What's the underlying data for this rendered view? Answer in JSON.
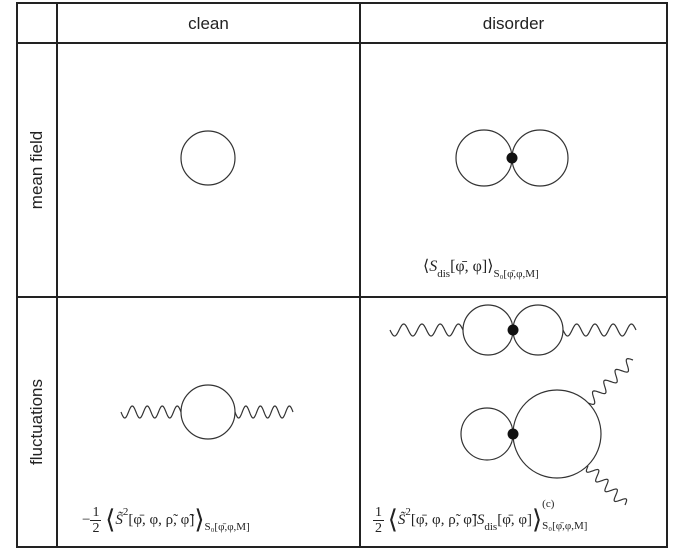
{
  "header": {
    "col_clean": "clean",
    "col_disorder": "disorder"
  },
  "rows": {
    "mean_field": "mean field",
    "fluctuations": "fluctuations"
  },
  "formulas": {
    "mean_field_disorder": {
      "open": "⟨",
      "body": "S",
      "body_sub": "dis",
      "args": "[φ̄, φ]",
      "close": "⟩",
      "sub": "S₀[φ̄,φ,M]"
    },
    "fluct_clean": {
      "sign": "−",
      "num": "1",
      "den": "2",
      "open": "⟨",
      "body": "S̃",
      "body_sup": "2",
      "args": "[φ̄, φ, ρ̃, φ̃]",
      "close": "⟩",
      "sub": "S₀[φ̄,φ,M]"
    },
    "fluct_disorder": {
      "num": "1",
      "den": "2",
      "open": "⟨",
      "body": "S̃",
      "body_sup": "2",
      "args": "[φ̄, φ, ρ̃, φ̃]",
      "body2": "S",
      "body2_sub": "dis",
      "args2": "[φ̄, φ]",
      "close": "⟩",
      "sup": "(c)",
      "sub": "S₀[φ̄,φ,M]"
    }
  }
}
